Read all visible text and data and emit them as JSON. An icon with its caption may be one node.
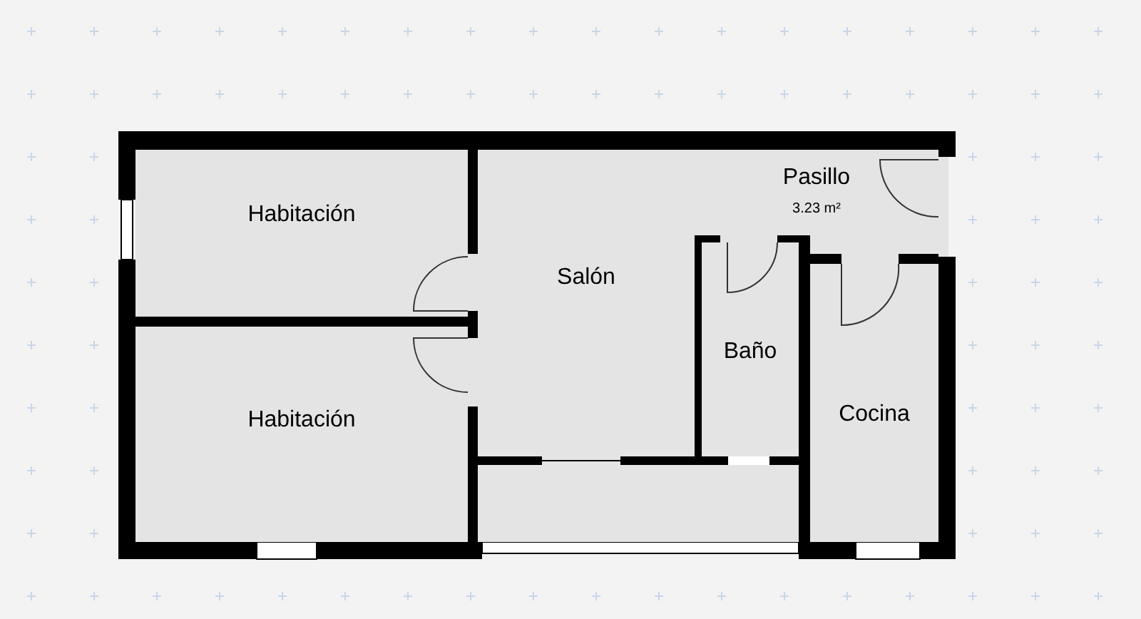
{
  "diagram": {
    "nodes": [
      {
        "text": [
          "Habitación"
        ]
      },
      {
        "text": [
          "Pasillo",
          "3.23 m²"
        ]
      },
      {
        "text": [
          "Salón"
        ]
      },
      {
        "text": [
          "Baño"
        ]
      },
      {
        "text": [
          "Cocina"
        ]
      },
      {
        "text": [
          "Habitación"
        ]
      },
      {
        "text": [],
        "shape": "box"
      }
    ]
  }
}
